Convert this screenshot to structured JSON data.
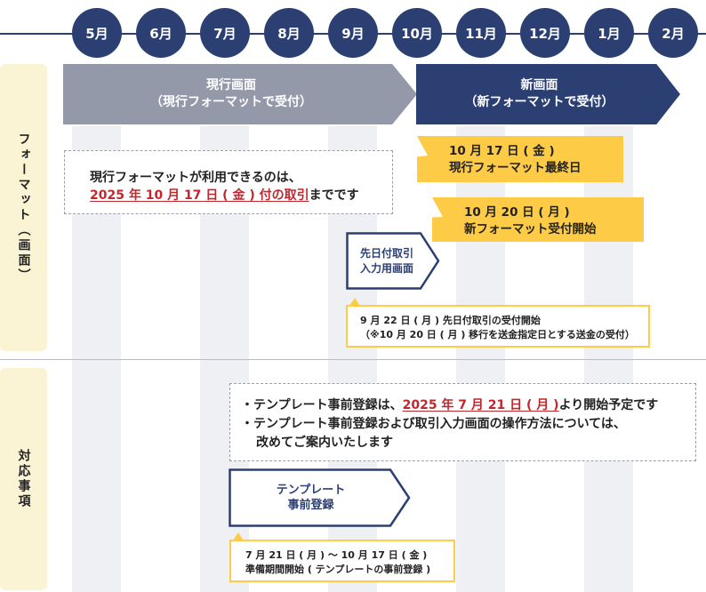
{
  "months": [
    "5月",
    "6月",
    "7月",
    "8月",
    "9月",
    "10月",
    "11月",
    "12月",
    "1月",
    "2月"
  ],
  "side_labels": {
    "format": "フォーマット（画面）",
    "response": "対応事項"
  },
  "current_screen": {
    "line1": "現行画面",
    "line2": "（現行フォーマットで受付）"
  },
  "new_screen": {
    "line1": "新画面",
    "line2": "（新フォーマットで受付）"
  },
  "format_note": {
    "line1": "現行フォーマットが利用できるのは、",
    "highlight": "2025 年 10 月 17 日 ( 金 ) 付の取引",
    "suffix": "までです"
  },
  "last_day_callout": {
    "line1": "10 月 17 日 ( 金 )",
    "line2": "現行フォーマット最終日"
  },
  "start_callout": {
    "line1": "10 月 20 日 ( 月 )",
    "line2": "新フォーマット受付開始"
  },
  "future_screen": {
    "line1": "先日付取引",
    "line2": "入力用画面"
  },
  "future_note": {
    "line1": "9 月 22 日 ( 月 ) 先日付取引の受付開始",
    "line2": "（※10 月 20 日 ( 月 ) 移行を送金指定日とする送金の受付）"
  },
  "response_note": {
    "b1_prefix": "・テンプレート事前登録は、",
    "b1_highlight": "2025 年 7 月 21 日 ( 月 )",
    "b1_suffix": "より開始予定です",
    "b2_line1": "・テンプレート事前登録および取引入力画面の操作方法については、",
    "b2_line2": "改めてご案内いたします"
  },
  "template_box": {
    "line1": "テンプレート",
    "line2": "事前登録"
  },
  "template_note": {
    "line1": "7 月 21 日 ( 月 ) 〜 10 月 17 日 ( 金 )",
    "line2": "準備期間開始 ( テンプレートの事前登録 )"
  },
  "colors": {
    "navy": "#2b3f73",
    "gray": "#9399a8",
    "yellow": "#fecb47",
    "red": "#c0272d",
    "side_bg": "#fbf4d4"
  }
}
